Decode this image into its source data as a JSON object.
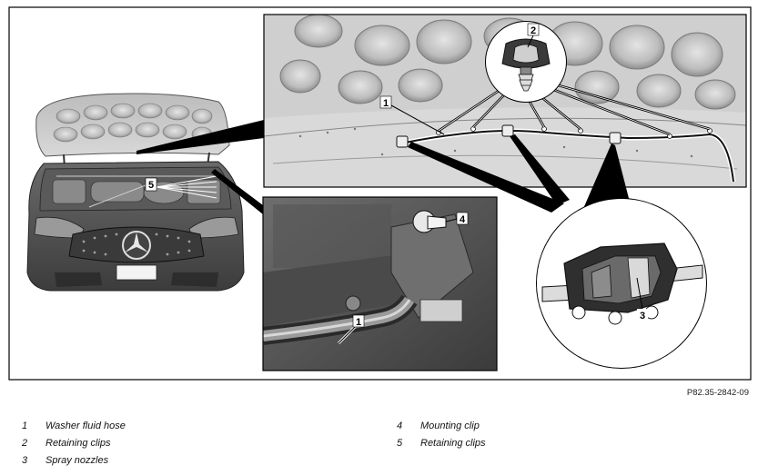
{
  "figure_code": "P82.35-2842-09",
  "callouts": {
    "c1_top": "1",
    "c2": "2",
    "c3": "3",
    "c1_inset": "1",
    "c4": "4",
    "c5": "5"
  },
  "legend": [
    {
      "num": "1",
      "label": "Washer fluid hose"
    },
    {
      "num": "2",
      "label": "Retaining clips"
    },
    {
      "num": "3",
      "label": "Spray nozzles"
    },
    {
      "num": "4",
      "label": "Mounting clip"
    },
    {
      "num": "5",
      "label": "Retaining clips"
    }
  ],
  "colors": {
    "frame": "#000000",
    "panel_gray": "#c9c9c9",
    "car_dark": "#4a4a4a",
    "hose_highlight": "#ffffff"
  }
}
